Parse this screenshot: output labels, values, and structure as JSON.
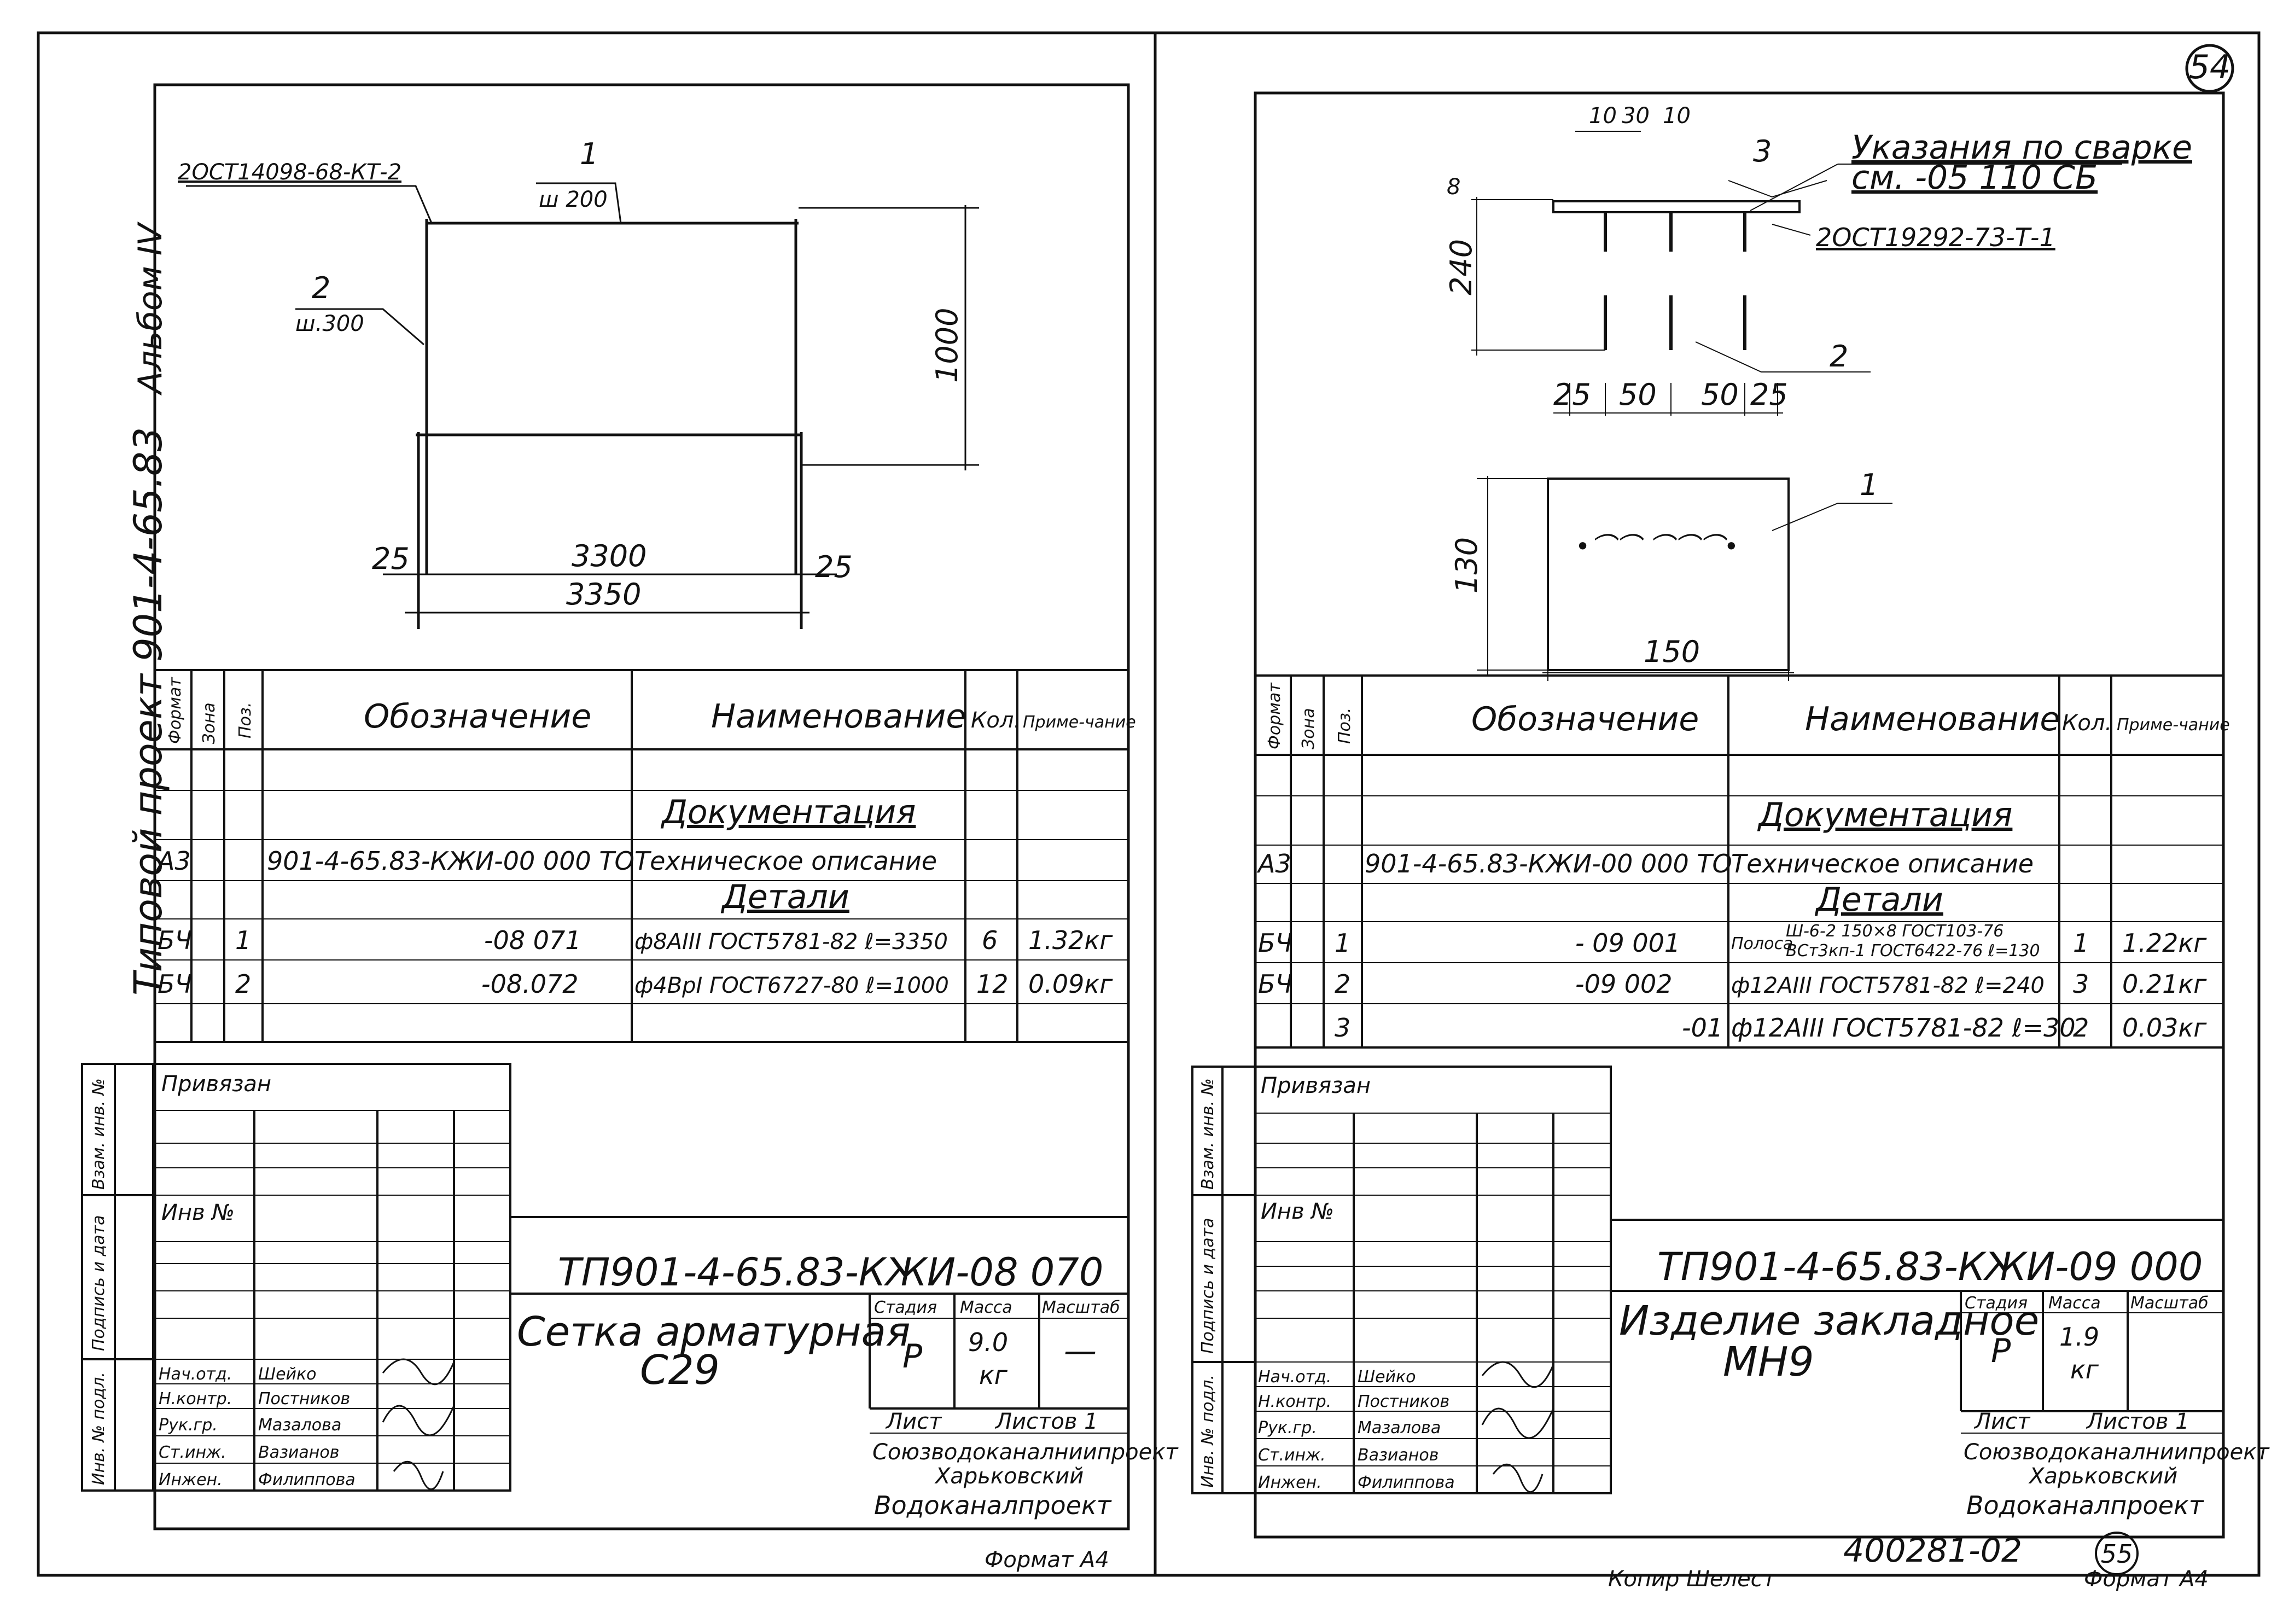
{
  "page_number": "54",
  "side_caption": "Типовой проект 901-4-65.83",
  "side_album": "Альбом IV",
  "left": {
    "callouts": {
      "weld_std": "2ОСТ14098-68-КТ-2",
      "pos1": "1",
      "pos1_pitch": "ш 200",
      "pos2": "2",
      "pos2_pitch": "ш.300"
    },
    "dims": {
      "d1000": "1000",
      "d3300": "3300",
      "d3350": "3350",
      "d25a": "25",
      "d25b": "25"
    },
    "spec": {
      "headers": {
        "format": "Формат",
        "zone": "Зона",
        "pos": "Поз.",
        "designation": "Обозначение",
        "name": "Наименование",
        "qty": "Кол.",
        "note": "Приме-чание"
      },
      "section_doc": "Документация",
      "section_parts": "Детали",
      "rows": [
        {
          "format": "А3",
          "pos": "",
          "designation": "901-4-65.83-КЖИ-00 000 ТО",
          "name": "Техническое описание",
          "qty": "",
          "note": ""
        },
        {
          "format": "БЧ",
          "pos": "1",
          "designation": "-08 071",
          "name": "ф8АIII ГОСТ5781-82 ℓ=3350",
          "qty": "6",
          "note": "1.32кг"
        },
        {
          "format": "БЧ",
          "pos": "2",
          "designation": "-08.072",
          "name": "ф4ВрI ГОСТ6727-80 ℓ=1000",
          "qty": "12",
          "note": "0.09кг"
        }
      ]
    },
    "stamp": {
      "privyazan": "Привязан",
      "inv_no": "Инв №",
      "side_labels": [
        "Инв. № подл.",
        "Подпись и дата",
        "Взам. инв. №"
      ],
      "code": "ТП901-4-65.83-КЖИ-08 070",
      "title_line1": "Сетка арматурная",
      "title_line2": "С29",
      "col_stage": "Стадия",
      "col_mass": "Масса",
      "col_scale": "Масштаб",
      "stage": "Р",
      "mass": "9.0",
      "mass_unit": "кг",
      "scale": "—",
      "sheet_label": "Лист",
      "sheets_label": "Листов 1",
      "org_line1": "Союзводоканалниипроект",
      "org_line2": "Харьковский",
      "org_line3": "Водоканалпроект",
      "people": [
        {
          "role": "Нач.отд.",
          "name": "Шейко"
        },
        {
          "role": "Н.контр.",
          "name": "Постников"
        },
        {
          "role": "Рук.гр.",
          "name": "Мазалова"
        },
        {
          "role": "Ст.инж.",
          "name": "Вазианов"
        },
        {
          "role": "Инжен.",
          "name": "Филиппова"
        }
      ]
    },
    "format": "Формат А4"
  },
  "right": {
    "callouts": {
      "weld_note_line1": "Указания по сварке",
      "weld_note_line2": "см. -05 110 СБ",
      "weld_std": "2ОСТ19292-73-Т-1",
      "pos1": "1",
      "pos2": "2",
      "pos3": "3"
    },
    "dims": {
      "d10a": "10",
      "d30": "30",
      "d10b": "10",
      "d8": "8",
      "d240": "240",
      "d25a": "25",
      "d50a": "50",
      "d50b": "50",
      "d25b": "25",
      "d130": "130",
      "d150": "150"
    },
    "spec": {
      "headers": {
        "format": "Формат",
        "zone": "Зона",
        "pos": "Поз.",
        "designation": "Обозначение",
        "name": "Наименование",
        "qty": "Кол.",
        "note": "Приме-чание"
      },
      "section_doc": "Документация",
      "section_parts": "Детали",
      "rows": [
        {
          "format": "А3",
          "pos": "",
          "designation": "901-4-65.83-КЖИ-00 000 ТО",
          "name": "Техническое описание",
          "qty": "",
          "note": ""
        },
        {
          "format": "БЧ",
          "pos": "1",
          "designation": "- 09 001",
          "name_prefix": "Полоса",
          "name_line1": "Ш-6-2 150×8 ГОСТ103-76",
          "name_line2": "ВСт3кп-1 ГОСТ6422-76 ℓ=130",
          "qty": "1",
          "note": "1.22кг"
        },
        {
          "format": "БЧ",
          "pos": "2",
          "designation": "-09 002",
          "name": "ф12АIII ГОСТ5781-82 ℓ=240",
          "qty": "3",
          "note": "0.21кг"
        },
        {
          "format": "",
          "pos": "3",
          "designation": "-01",
          "name": "ф12АIII ГОСТ5781-82 ℓ=30",
          "qty": "2",
          "note": "0.03кг"
        }
      ]
    },
    "stamp": {
      "privyazan": "Привязан",
      "inv_no": "Инв №",
      "side_labels": [
        "Инв. № подл.",
        "Подпись и дата",
        "Взам. инв. №"
      ],
      "code": "ТП901-4-65.83-КЖИ-09 000",
      "title_line1": "Изделие закладное",
      "title_line2": "МН9",
      "col_stage": "Стадия",
      "col_mass": "Масса",
      "col_scale": "Масштаб",
      "stage": "Р",
      "mass": "1.9",
      "mass_unit": "кг",
      "sheet_label": "Лист",
      "sheets_label": "Листов 1",
      "org_line1": "Союзводоканалниипроект",
      "org_line2": "Харьковский",
      "org_line3": "Водоканалпроект",
      "people": [
        {
          "role": "Нач.отд.",
          "name": "Шейко"
        },
        {
          "role": "Н.контр.",
          "name": "Постников"
        },
        {
          "role": "Рук.гр.",
          "name": "Мазалова"
        },
        {
          "role": "Ст.инж.",
          "name": "Вазианов"
        },
        {
          "role": "Инжен.",
          "name": "Филиппова"
        }
      ]
    },
    "archive_code": "400281-02",
    "sub_page": "55",
    "copied": "Копир Шелест",
    "format": "Формат А4"
  }
}
